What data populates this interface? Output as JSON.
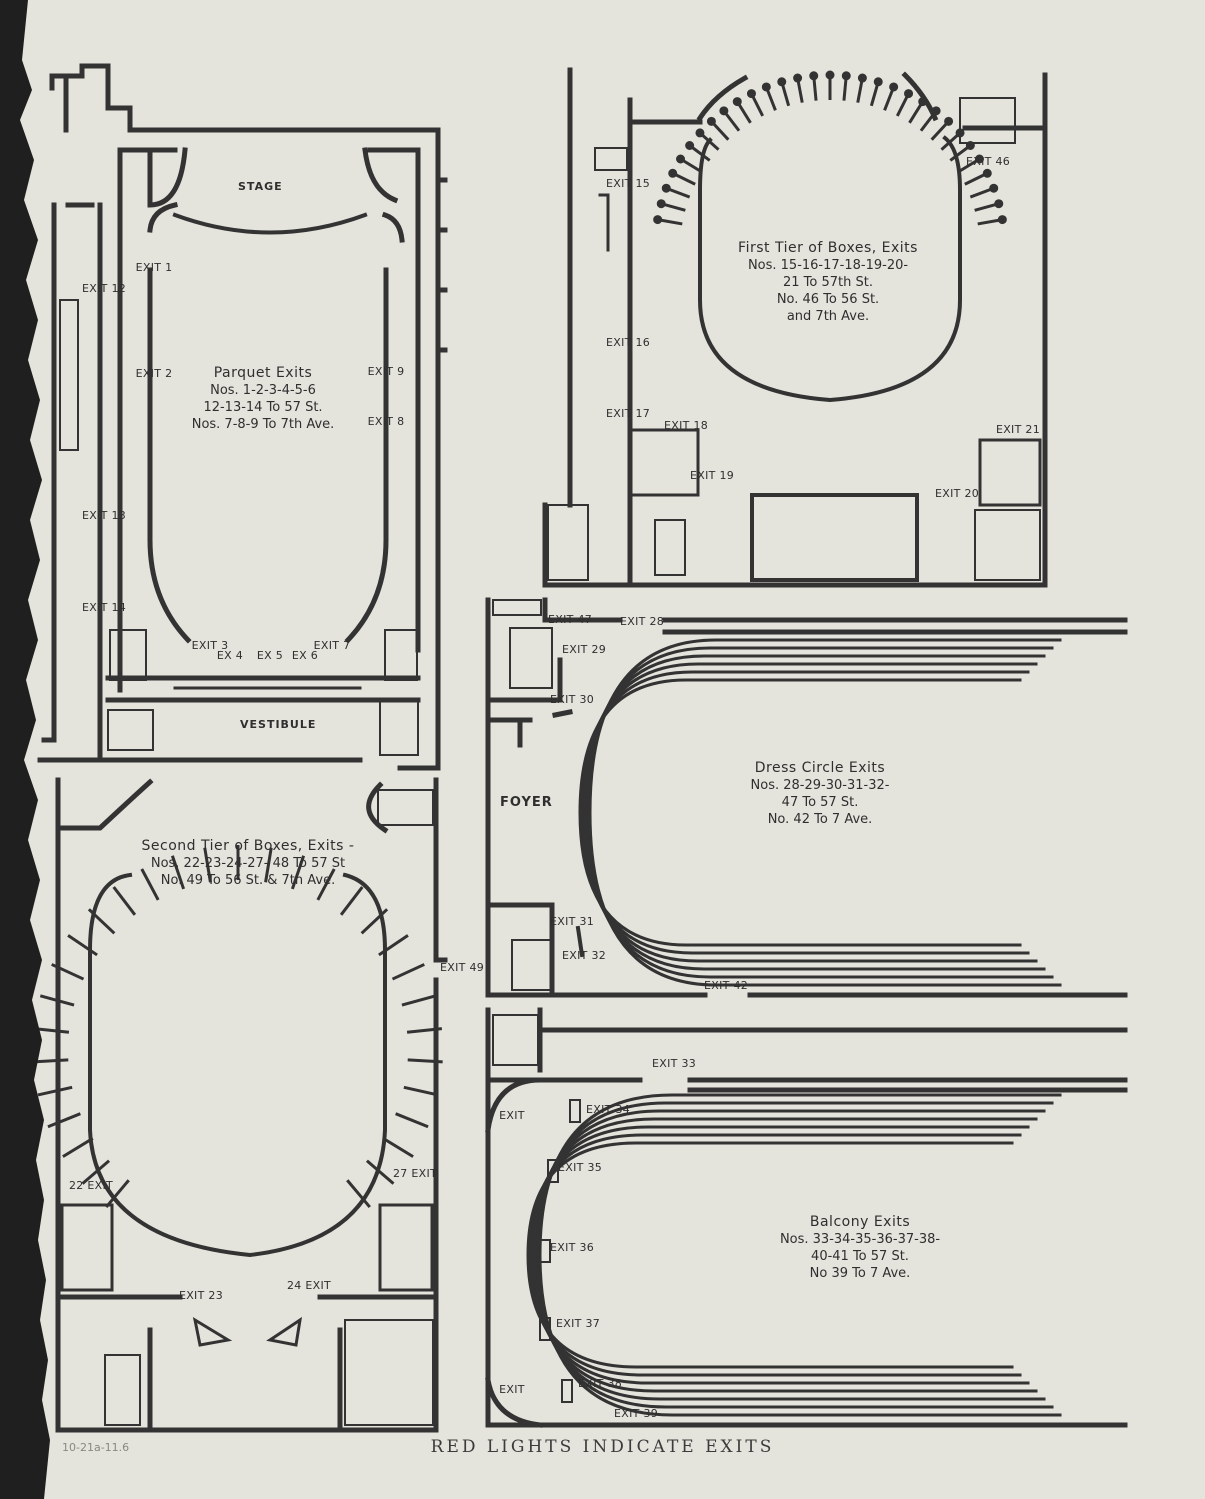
{
  "footer": "RED LIGHTS INDICATE EXITS",
  "pencil_note": "10-21a-11.6",
  "parquet": {
    "title": "Parquet Exits",
    "lines": [
      "Nos. 1-2-3-4-5-6",
      "12-13-14 To 57 St.",
      "Nos. 7-8-9 To 7th Ave."
    ],
    "stage": "STAGE",
    "vestibule": "VESTIBULE",
    "exits": {
      "e1": "EXIT 1",
      "e2": "EXIT 2",
      "e3": "EXIT 3",
      "e4": "EX 4",
      "e5": "EX 5",
      "e6": "EX 6",
      "e7": "EXIT 7",
      "e8": "EXIT 8",
      "e9": "EXIT 9",
      "e12": "EXIT 12",
      "e13": "EXIT 13",
      "e14": "EXIT 14"
    }
  },
  "first_tier": {
    "title": "First Tier of Boxes, Exits",
    "lines": [
      "Nos. 15-16-17-18-19-20-",
      "21 To 57th St.",
      "No. 46 To 56 St.",
      "and 7th Ave."
    ],
    "exits": {
      "e15": "EXIT 15",
      "e16": "EXIT 16",
      "e17": "EXIT 17",
      "e18": "EXIT 18",
      "e19": "EXIT 19",
      "e20": "EXIT 20",
      "e21": "EXIT 21",
      "e46": "EXIT 46"
    }
  },
  "second_tier": {
    "title": "Second Tier of Boxes, Exits -",
    "lines": [
      "Nos. 22-23-24-27- 48 To 57 St",
      "No. 49 To 56 St. & 7th Ave."
    ],
    "exits": {
      "e22": "22 EXIT",
      "e23": "EXIT 23",
      "e24": "24 EXIT",
      "e27": "27 EXIT",
      "e49": "EXIT 49"
    }
  },
  "dress_circle": {
    "title": "Dress Circle Exits",
    "lines": [
      "Nos. 28-29-30-31-32-",
      "47 To 57 St.",
      "No. 42 To 7 Ave."
    ],
    "foyer": "FOYER",
    "exits": {
      "e28": "EXIT 28",
      "e29": "EXIT 29",
      "e30": "EXIT 30",
      "e31": "EXIT 31",
      "e32": "EXIT 32",
      "e42": "EXIT 42",
      "e47": "EXIT 47"
    }
  },
  "balcony": {
    "title": "Balcony Exits",
    "lines": [
      "Nos. 33-34-35-36-37-38-",
      "40-41 To 57 St.",
      "No 39 To 7 Ave."
    ],
    "exits": {
      "e33": "EXIT 33",
      "e34": "EXIT 34",
      "e35": "EXIT 35",
      "e36": "EXIT 36",
      "e37": "EXIT 37",
      "e38": "EXIT 38",
      "e39": "EXIT 39",
      "e40": "EXIT",
      "e41": "EXIT"
    }
  }
}
